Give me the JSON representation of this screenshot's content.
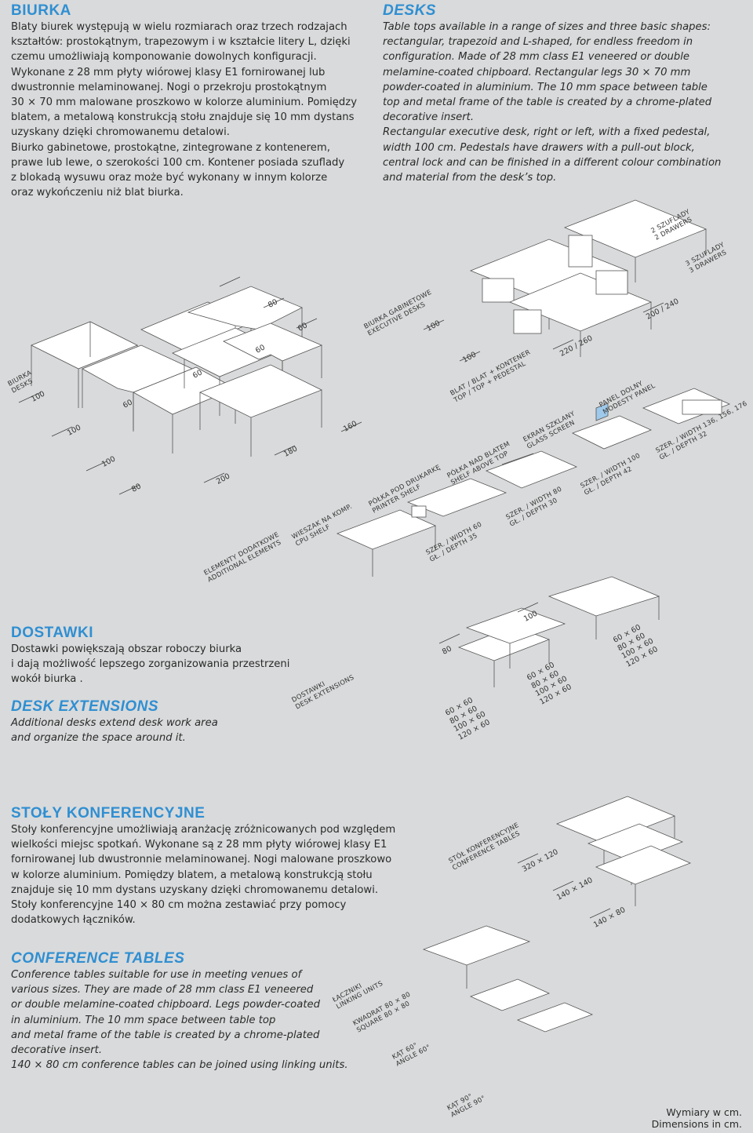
{
  "biurka": {
    "title": "BIURKA",
    "lines": [
      "Blaty biurek występują w wielu rozmiarach oraz trzech rodzajach",
      "kształtów: prostokątnym, trapezowym i w kształcie litery L, dzięki",
      "czemu umożliwiają komponowanie dowolnych konfiguracji.",
      "Wykonane z 28 mm płyty wiórowej klasy E1 fornirowanej lub",
      "dwustronnie melaminowanej. Nogi o przekroju prostokątnym",
      "30 × 70 mm malowane proszkowo w kolorze aluminium. Pomiędzy",
      "blatem, a metalową konstrukcją stołu znajduje się 10 mm dystans",
      "uzyskany dzięki chromowanemu detalowi.",
      "Biurko gabinetowe, prostokątne, zintegrowane z kontenerem,",
      "prawe lub lewe, o szerokości 100 cm. Kontener posiada szuflady",
      "z blokadą wysuwu oraz może być wykonany w innym kolorze",
      "oraz wykończeniu niż blat biurka."
    ]
  },
  "desks": {
    "title": "DESKS",
    "lines": [
      "Table tops available in a range of sizes and three basic shapes:",
      "rectangular, trapezoid and L-shaped, for endless freedom in",
      "configuration. Made of 28 mm class E1 veneered or double",
      "melamine-coated chipboard. Rectangular legs 30 × 70 mm",
      "powder-coated in aluminium. The 10 mm space between table",
      "top and metal frame of the table is created by a chrome-plated",
      "decorative insert.",
      "Rectangular executive desk, right or left, with a fixed pedestal,",
      "width 100 cm. Pedestals have drawers with a pull-out block,",
      "central lock and can be finished in a different colour combination",
      "and material from the desk’s top."
    ]
  },
  "diagram_labels": {
    "biurka_desks": [
      "BIURKA",
      "DESKS"
    ],
    "executive": [
      "BIURKA GABINETOWE",
      "EXECUTIVE DESKS"
    ],
    "two_drawers": [
      "2 SZUFLADY",
      "2 DRAWERS"
    ],
    "three_drawers": [
      "3 SZUFLADY",
      "3 DRAWERS"
    ],
    "top_pedestal": [
      "BLAT / BLAT + KONTENER",
      "TOP / TOP + PEDESTAL"
    ],
    "glass_screen": [
      "EKRAN SZKLANY",
      "GLASS SCREEN"
    ],
    "modesty": [
      "PANEL DOLNY",
      "MODESTY PANEL"
    ],
    "printer_shelf": [
      "PÓŁKA POD DRUKARKĘ",
      "PRINTER SHELF"
    ],
    "shelf_above": [
      "PÓŁKA NAD BLATEM",
      "SHELF ABOVE TOP"
    ],
    "cpu_shelf": [
      "WIESZAK NA KOMP.",
      "CPU SHELF"
    ],
    "additional": [
      "ELEMENTY DODATKOWE",
      "ADDITIONAL ELEMENTS"
    ],
    "width_60": [
      "SZER. / WIDTH 60",
      "GŁ. / DEPTH 35"
    ],
    "width_80": [
      "SZER. / WIDTH 80",
      "GŁ. / DEPTH 30"
    ],
    "width_100": [
      "SZER. / WIDTH 100",
      "GŁ. / DEPTH 42"
    ],
    "width_136": [
      "SZER. / WIDTH 136, 156, 176",
      "GŁ. / DEPTH 32"
    ],
    "extensions": [
      "DOSTAWKI",
      "DESK EXTENSIONS"
    ],
    "conf_tables": [
      "STÓŁ KONFERENCYJNE",
      "CONFERENCE TABLES"
    ],
    "links": [
      "ŁĄCZNIKI",
      "LINKING UNITS"
    ],
    "square": [
      "KWADRAT 80 × 80",
      "SQUARE 80 × 80"
    ],
    "angle60": [
      "KĄT 60°",
      "ANGLE 60°"
    ],
    "angle90": [
      "KĄT 90°",
      "ANGLE 90°"
    ]
  },
  "dimensions": {
    "d80": "80",
    "d60a": "60",
    "d60b": "60",
    "d60c": "60",
    "d60d": "60",
    "d100a": "100",
    "d100b": "100",
    "d100c": "100",
    "d100d": "100",
    "d100e": "100",
    "d160": "160",
    "d180": "180",
    "d200": "200",
    "d80b": "80",
    "d220": "220 / 260",
    "d200_240": "200 / 240",
    "ext_80": "80",
    "ext_100": "100",
    "ext_list1": [
      "60 × 60",
      "80 × 60",
      "100 × 60",
      "120 × 60"
    ],
    "ext_list2": [
      "60 × 60",
      "80 × 60",
      "100 × 60",
      "120 × 60"
    ],
    "ext_list3": [
      "60 × 60",
      "80 × 60",
      "100 × 60",
      "120 × 60"
    ],
    "conf_320": "320 × 120",
    "conf_140": "140 × 140",
    "conf_140_80": "140 × 80"
  },
  "dostawki": {
    "title": "DOSTAWKI",
    "lines": [
      "Dostawki powiększają obszar roboczy biurka",
      "i dają możliwość lepszego zorganizowania przestrzeni",
      "wokół biurka ."
    ]
  },
  "extensions": {
    "title": "DESK EXTENSIONS",
    "lines": [
      "Additional desks extend desk work area",
      "and organize the space around it."
    ]
  },
  "stoly": {
    "title": "STOŁY KONFERENCYJNE",
    "lines": [
      "Stoły konferencyjne umożliwiają aranżację zróżnicowanych pod względem",
      "wielkości miejsc spotkań. Wykonane są z 28 mm płyty wiórowej klasy E1",
      "fornirowanej lub dwustronnie melaminowanej. Nogi malowane proszkowo",
      "w kolorze aluminium. Pomiędzy blatem, a metalową konstrukcją stołu",
      "znajduje się 10 mm dystans uzyskany dzięki chromowanemu detalowi.",
      "Stoły konferencyjne 140 × 80 cm można zestawiać przy pomocy",
      "dodatkowych łączników."
    ]
  },
  "conference": {
    "title": "CONFERENCE TABLES",
    "lines": [
      "Conference tables suitable for use in meeting venues of",
      "various sizes. They are made of 28 mm class E1 veneered",
      "or double melamine-coated chipboard. Legs powder-coated",
      "in aluminium. The 10 mm space between table top",
      "and metal frame of the table is created by a chrome-plated",
      "decorative insert.",
      "140 × 80 cm conference tables can be joined using linking units."
    ]
  },
  "footer": {
    "line1": "Wymiary w cm.",
    "line2": "Dimensions in cm."
  },
  "colors": {
    "accent": "#2f8fd2",
    "background": "#d9dadb",
    "glass": "#9ec9ea"
  }
}
